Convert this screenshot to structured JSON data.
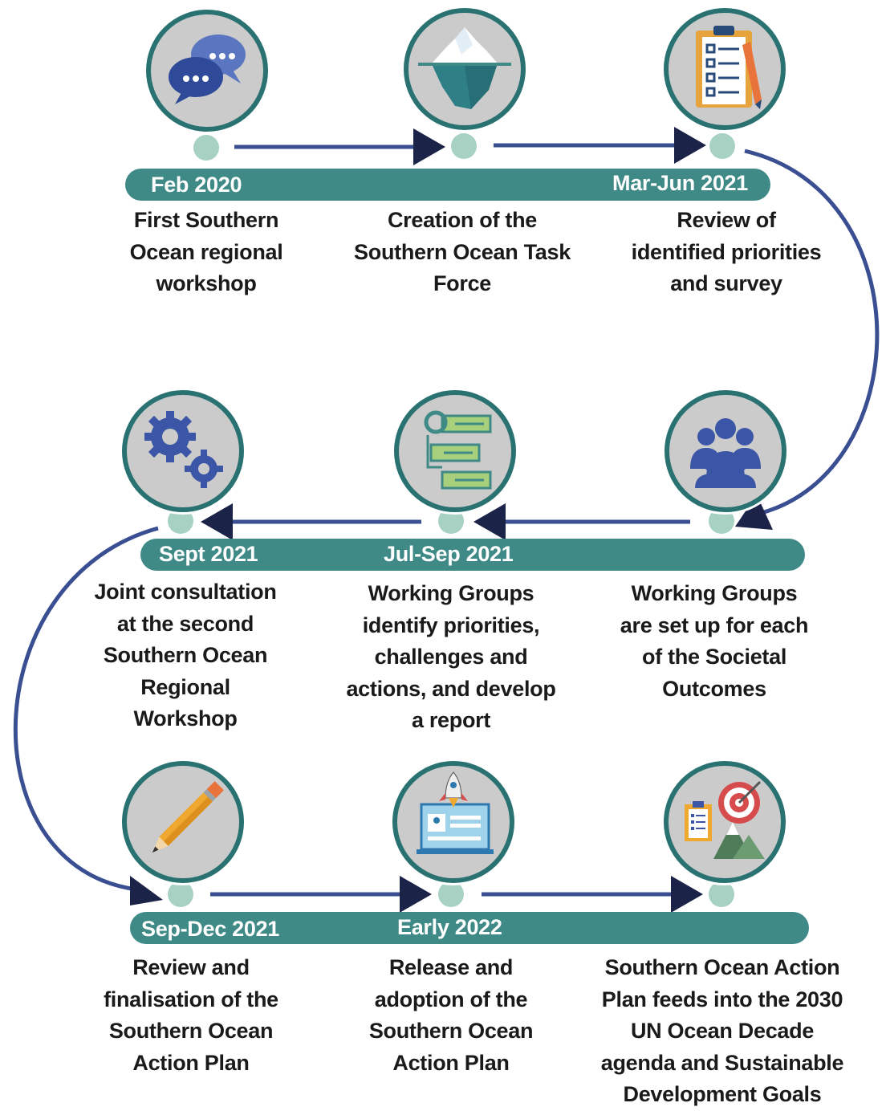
{
  "colors": {
    "bar": "#3f8a86",
    "ring": "#2a7272",
    "circle_fill": "#cbcbcb",
    "dot": "#a7d1c3",
    "arrow": "#3a4f92",
    "arrow_head": "#1c2348",
    "icon_blue": "#3b56a6"
  },
  "rows": [
    {
      "dates": [
        "Feb 2020",
        "Mar-Jun 2021"
      ],
      "steps": [
        {
          "icon": "speech-bubbles-icon",
          "caption": "First Southern\nOcean regional\nworkshop"
        },
        {
          "icon": "iceberg-icon",
          "caption": "Creation of the\nSouthern Ocean Task\nForce"
        },
        {
          "icon": "checklist-clipboard-icon",
          "caption": "Review of\nidentified priorities\nand survey"
        }
      ]
    },
    {
      "dates": [
        "Sept 2021",
        "Jul-Sep 2021"
      ],
      "steps": [
        {
          "icon": "gears-icon",
          "caption": "Joint consultation\nat the second\nSouthern Ocean\nRegional\nWorkshop"
        },
        {
          "icon": "process-steps-icon",
          "caption": "Working Groups\nidentify priorities,\nchallenges and\nactions, and develop\na report"
        },
        {
          "icon": "group-people-icon",
          "caption": "Working Groups\nare set up for each\nof the Societal\nOutcomes"
        }
      ]
    },
    {
      "dates": [
        "Sep-Dec 2021",
        "Early 2022"
      ],
      "steps": [
        {
          "icon": "pencil-icon",
          "caption": "Review and\nfinalisation of the\nSouthern Ocean\nAction Plan"
        },
        {
          "icon": "rocket-launch-icon",
          "caption": "Release and\nadoption of the\nSouthern Ocean\nAction Plan"
        },
        {
          "icon": "target-goals-icon",
          "caption": "Southern Ocean Action\nPlan feeds into the 2030\nUN Ocean Decade\nagenda and Sustainable\nDevelopment Goals"
        }
      ]
    }
  ]
}
